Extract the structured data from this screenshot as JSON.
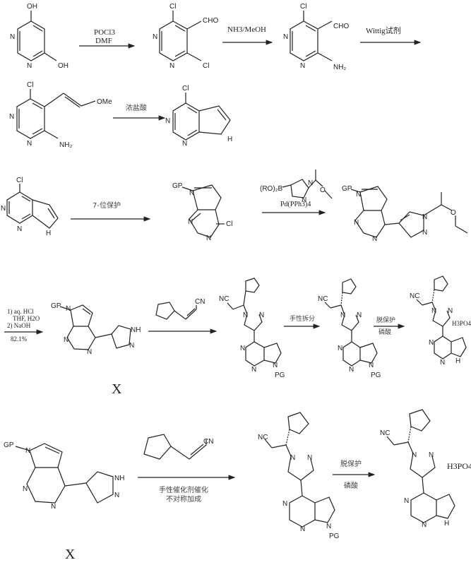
{
  "scheme": {
    "row1": {
      "step1": {
        "reagent_top": "POCl3",
        "reagent_bottom": "DMF"
      },
      "step2": {
        "reagent_top": "NH3/MeOH"
      },
      "step3": {
        "reagent_top": "Wittig试剂"
      },
      "compounds": [
        {
          "name": "4,6-dihydroxypyrimidine",
          "labels": [
            "OH",
            "N",
            "N",
            "OH"
          ]
        },
        {
          "name": "4,6-dichloropyrimidine-5-carbaldehyde",
          "labels": [
            "Cl",
            "CHO",
            "N",
            "N",
            "Cl"
          ]
        },
        {
          "name": "4-amino-6-chloropyrimidine-5-carbaldehyde",
          "labels": [
            "Cl",
            "CHO",
            "N",
            "N",
            "NH2"
          ]
        }
      ]
    },
    "row2": {
      "step4": {
        "reagent_top": "浓盐酸"
      },
      "compounds": [
        {
          "name": "enol-ether-intermediate",
          "labels": [
            "Cl",
            "OMe",
            "N",
            "N",
            "NH2"
          ]
        },
        {
          "name": "4-chloro-7H-pyrrolo[2,3-d]pyrimidine",
          "labels": [
            "Cl",
            "N",
            "N",
            "H"
          ]
        }
      ]
    },
    "row3": {
      "step5": {
        "reagent_top": "7-位保护"
      },
      "step6": {
        "reagent_top": "(RO)2B-pyrazole",
        "reagent_bottom": "Pd(PPh3)4"
      },
      "compounds": [
        {
          "name": "4-chloro-pyrrolopyrimidine",
          "labels": [
            "Cl",
            "N",
            "N",
            "H"
          ]
        },
        {
          "name": "N7-protected-chloride",
          "labels": [
            "GP",
            "N",
            "N",
            "N",
            "Cl"
          ]
        },
        {
          "name": "coupled-product",
          "labels": [
            "GP",
            "N",
            "N",
            "N",
            "N",
            "N",
            "O"
          ]
        }
      ]
    },
    "row4": {
      "step7": {
        "line1": "1) aq. HCl",
        "line2": "THF, H2O",
        "line3": "2) NaOH",
        "yield": "82.1%"
      },
      "step8": {
        "reagent": "cyclopentyl-acrylonitrile",
        "cn_label": "CN"
      },
      "step9": {
        "reagent_top": "手性拆分"
      },
      "step10": {
        "reagent_top": "脱保护",
        "reagent_bottom": "磷酸"
      },
      "compound_label": "X",
      "salt": "H3PO4",
      "labels": {
        "gp": "GP",
        "pg": "PG",
        "nc": "NC",
        "nh": "NH",
        "n": "N",
        "h": "H"
      }
    },
    "row5": {
      "step11": {
        "reagent_top_cn": "CN",
        "reagent_bottom_line1": "手性催化剂催化",
        "reagent_bottom_line2": "不对称加成"
      },
      "step12": {
        "reagent_top": "脱保护",
        "reagent_bottom": "磷酸"
      },
      "compound_label": "X",
      "salt": "H3PO4",
      "labels": {
        "gp": "GP",
        "pg": "PG",
        "nc": "NC",
        "nh": "NH",
        "n": "N",
        "h": "H"
      }
    }
  }
}
